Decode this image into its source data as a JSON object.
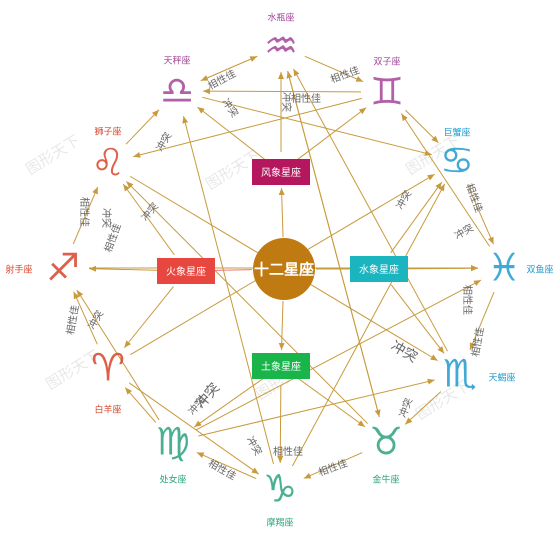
{
  "center": {
    "label": "十二星座",
    "color": "#c07a12"
  },
  "groups": {
    "air": {
      "label": "风象星座",
      "color": "#b5175f"
    },
    "fire": {
      "label": "火象星座",
      "color": "#e8473f"
    },
    "water": {
      "label": "水象星座",
      "color": "#1bb5c0"
    },
    "earth": {
      "label": "土象星座",
      "color": "#19b54b"
    }
  },
  "signs": {
    "aquarius": {
      "label": "水瓶座",
      "glyph": "♒",
      "color": "#a4469a"
    },
    "gemini": {
      "label": "双子座",
      "glyph": "♊",
      "color": "#a4469a"
    },
    "cancer": {
      "label": "巨蟹座",
      "glyph": "♋",
      "color": "#1f9bcf"
    },
    "pisces": {
      "label": "双鱼座",
      "glyph": "♓",
      "color": "#1f9bcf"
    },
    "scorpio": {
      "label": "天蝎座",
      "glyph": "♏",
      "color": "#1f9bcf"
    },
    "taurus": {
      "label": "金牛座",
      "glyph": "♉",
      "color": "#2aa37e"
    },
    "capricorn": {
      "label": "摩羯座",
      "glyph": "♑",
      "color": "#2aa37e"
    },
    "virgo": {
      "label": "处女座",
      "glyph": "♍",
      "color": "#2aa37e"
    },
    "aries": {
      "label": "白羊座",
      "glyph": "♈",
      "color": "#d9452b"
    },
    "sagittarius": {
      "label": "射手座",
      "glyph": "♐",
      "color": "#d9452b"
    },
    "leo": {
      "label": "狮子座",
      "glyph": "♌",
      "color": "#d9452b"
    },
    "libra": {
      "label": "天秤座",
      "glyph": "♎",
      "color": "#a4469a"
    }
  },
  "relations": {
    "compatible": "相性佳",
    "conflict": "冲突"
  },
  "line_color": "#c89a3c",
  "watermark": "图形天下"
}
